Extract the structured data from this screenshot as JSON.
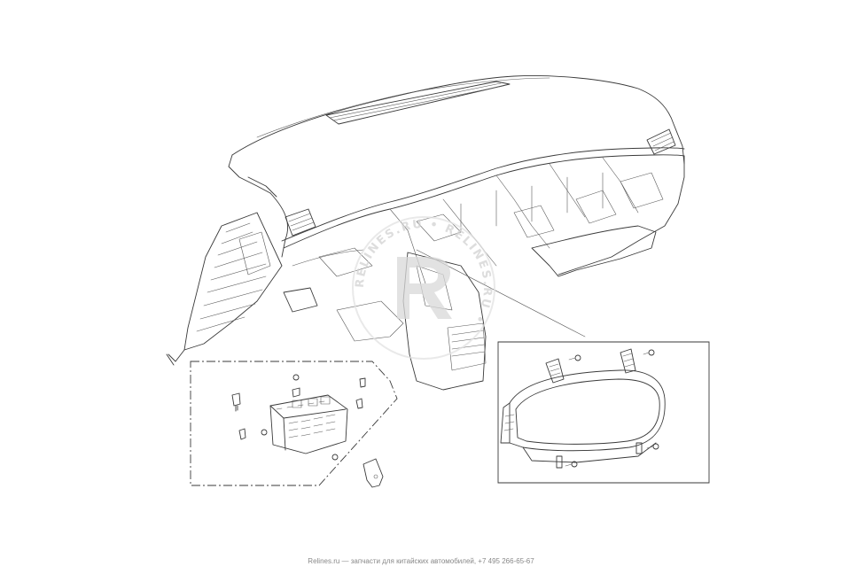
{
  "footer": {
    "brand": "Relines.ru",
    "separator": " — ",
    "text": "запчасти для китайских автомобилей, +7 495 266-65-67"
  },
  "watermark": {
    "ring_text": "RELINES.RU • RELINES.RU • ",
    "letter": "R"
  }
}
